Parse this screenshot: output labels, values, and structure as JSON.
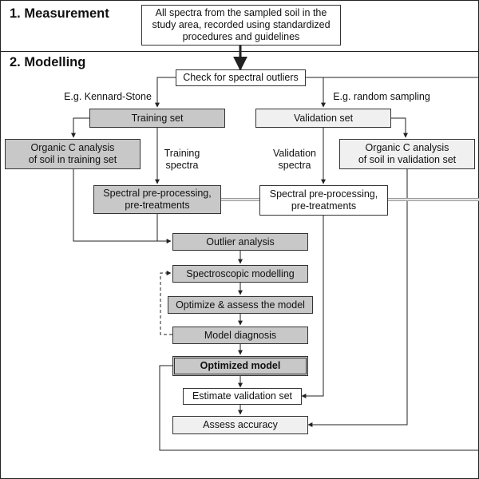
{
  "sections": {
    "measurement": "1. Measurement",
    "modelling": "2. Modelling"
  },
  "boxes": {
    "all_spectra": "All spectra from the sampled soil in the\nstudy area, recorded using standardized\nprocedures and guidelines",
    "outlier_check": "Check for spectral outliers",
    "training_set": "Training set",
    "validation_set": "Validation set",
    "organic_c_training": "Organic C analysis\nof soil in training set",
    "organic_c_validation": "Organic C analysis\nof soil in validation set",
    "preprocessing_training": "Spectral pre-processing,\npre-treatments",
    "preprocessing_validation": "Spectral pre-processing,\npre-treatments",
    "outlier_analysis": "Outlier analysis",
    "spectroscopic_modelling": "Spectroscopic modelling",
    "optimize_assess": "Optimize & assess the model",
    "model_diagnosis": "Model diagnosis",
    "optimized_model": "Optimized model",
    "estimate_validation": "Estimate validation set",
    "assess_accuracy": "Assess accuracy"
  },
  "labels": {
    "kennard_stone": "E.g. Kennard-Stone",
    "random_sampling": "E.g. random sampling",
    "training_spectra": "Training\nspectra",
    "validation_spectra": "Validation\nspectra"
  },
  "colors": {
    "grey_box": "#c8c8c8",
    "light_box": "#f0f0f0",
    "line": "#222222"
  }
}
